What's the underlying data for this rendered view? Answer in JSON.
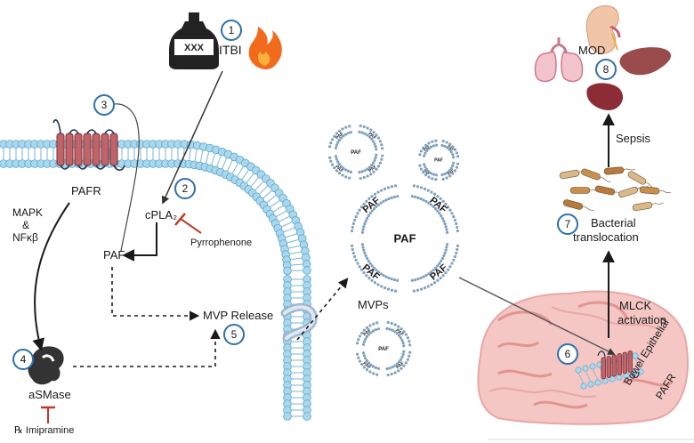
{
  "labels": {
    "itbi": "ITBI",
    "mod": "MOD",
    "paf_r": "PAFR",
    "mapk": "MAPK",
    "amp": "&",
    "nfkb": "NFκβ",
    "cpla2": "cPLA₂",
    "pyrrophenone": "Pyrrophenone",
    "paf": "PAF",
    "mvp_release": "MVP Release",
    "asmase": "aSMase",
    "imipramine": "℞ Imipramine",
    "mvps": "MVPs",
    "sepsis": "Sepsis",
    "bacterial_translocation_1": "Bacterial",
    "bacterial_translocation_2": "translocation",
    "mlck_1": "MLCK",
    "mlck_2": "activation",
    "bowel_1": "Bowel Epithelial",
    "bowel_2": "PAFR",
    "paf_tag": "PAF",
    "bottle_text": "XXX"
  },
  "steps": [
    "1",
    "2",
    "3",
    "4",
    "5",
    "6",
    "7",
    "8"
  ],
  "colors": {
    "membrane_head": "#a9d8ee",
    "membrane_head_stroke": "#5aa3c8",
    "receptor": "#c0646a",
    "receptor_stroke": "#7a2e34",
    "inhibitor": "#c0392b",
    "badge": "#2f6fae",
    "intestine": "#f4c6c4",
    "vesicle": "#7fa1bf"
  }
}
